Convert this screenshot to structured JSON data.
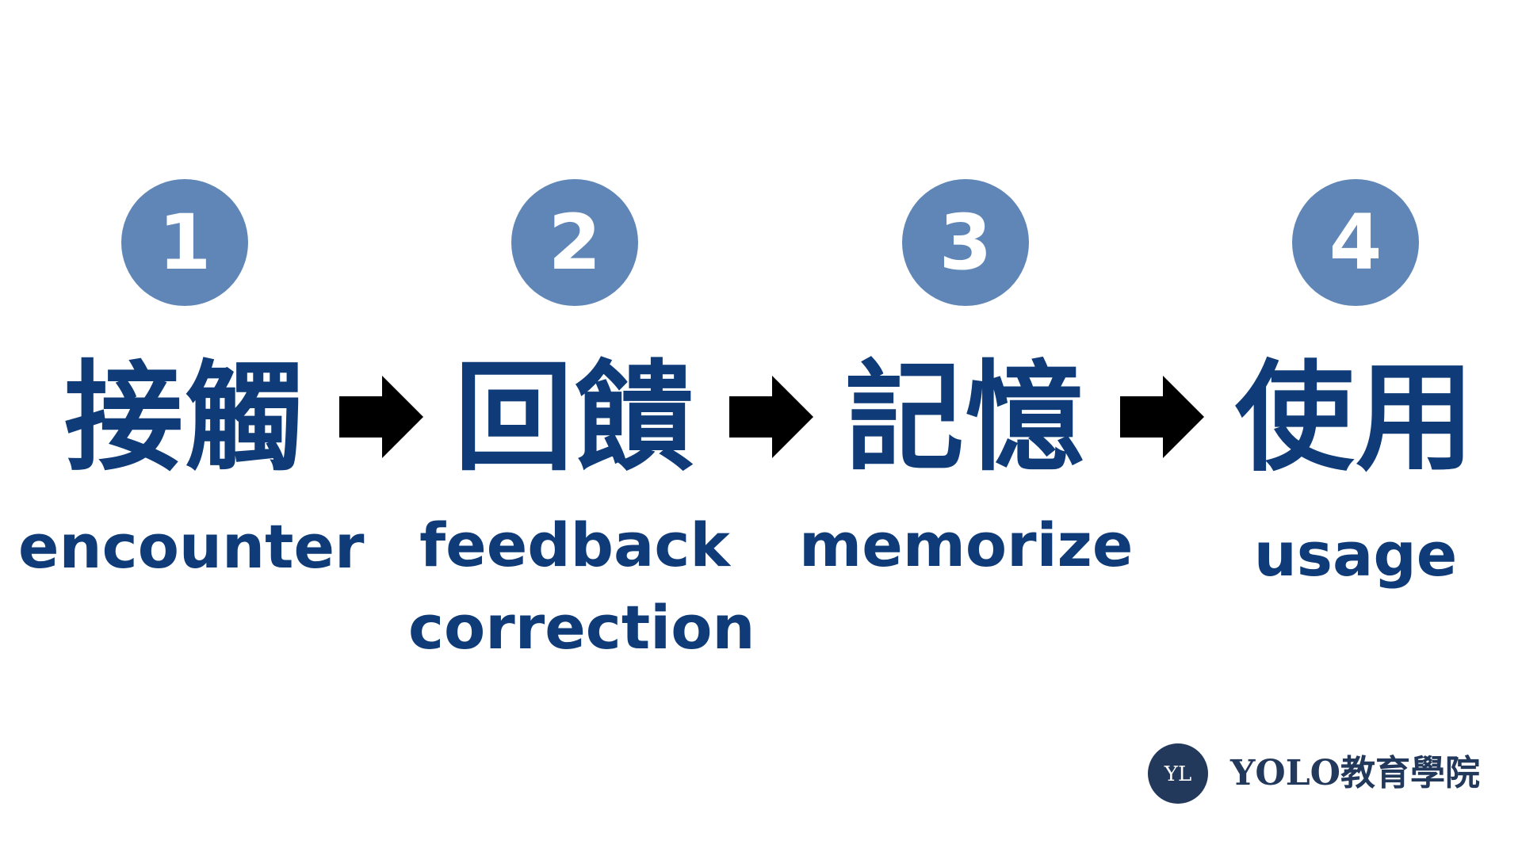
{
  "steps": [
    {
      "number": "1",
      "title_zh": "接觸",
      "label_lines": [
        "encounter"
      ]
    },
    {
      "number": "2",
      "title_zh": "回饋",
      "label_lines": [
        "feedback",
        "correction"
      ]
    },
    {
      "number": "3",
      "title_zh": "記憶",
      "label_lines": [
        "memorize"
      ]
    },
    {
      "number": "4",
      "title_zh": "使用",
      "label_lines": [
        "usage"
      ]
    }
  ],
  "colors": {
    "badge": "#5f86b6",
    "text": "#0f3c78",
    "arrow": "#000000",
    "logo": "#23395b"
  },
  "logo": {
    "mark": "YL",
    "name": "YOLO教育學院"
  }
}
